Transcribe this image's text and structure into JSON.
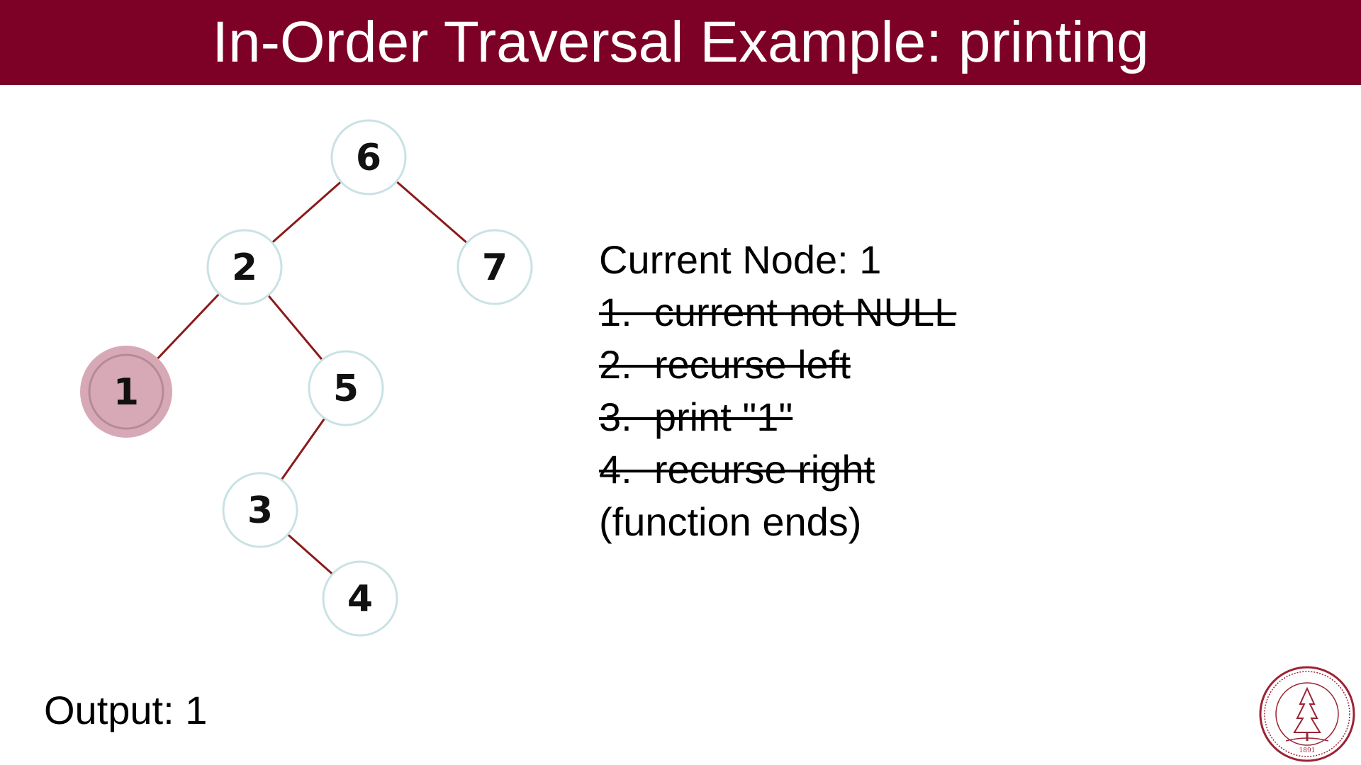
{
  "title": "In-Order Traversal Example: printing",
  "colors": {
    "title_bar": "#7d0026",
    "title_text": "#ffffff",
    "node_border": "#c9e2e4",
    "node_fill": "#ffffff",
    "current_node_fill": "#d7a9b6",
    "current_node_border": "#b58a97",
    "edge": "#8b1a1a"
  },
  "tree": {
    "current_node": "1",
    "nodes": [
      {
        "id": "n6",
        "label": "6"
      },
      {
        "id": "n2",
        "label": "2"
      },
      {
        "id": "n7",
        "label": "7"
      },
      {
        "id": "n1",
        "label": "1"
      },
      {
        "id": "n5",
        "label": "5"
      },
      {
        "id": "n3",
        "label": "3"
      },
      {
        "id": "n4",
        "label": "4"
      }
    ],
    "edges": [
      [
        "n6",
        "n2"
      ],
      [
        "n6",
        "n7"
      ],
      [
        "n2",
        "n1"
      ],
      [
        "n2",
        "n5"
      ],
      [
        "n5",
        "n3"
      ],
      [
        "n3",
        "n4"
      ]
    ]
  },
  "steps": {
    "current_node_text": "Current Node: 1",
    "items": [
      {
        "text": "1.  current not NULL",
        "struck": true
      },
      {
        "text": "2.  recurse left",
        "struck": true
      },
      {
        "text": "3.  print \"1\"",
        "struck": true
      },
      {
        "text": "4.  recurse right",
        "struck": true
      }
    ],
    "end_text": "(function ends)"
  },
  "output_text": "Output: 1",
  "seal": {
    "icon": "stanford-seal-icon",
    "year": "1891"
  }
}
